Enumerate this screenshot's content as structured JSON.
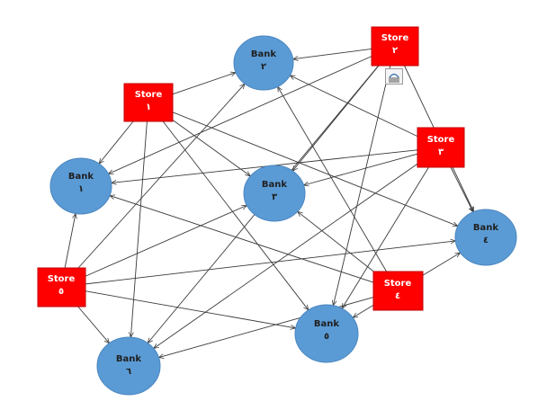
{
  "nodes": {
    "bank1": {
      "label": "Bank",
      "sublabel": "١"
    },
    "bank2": {
      "label": "Bank",
      "sublabel": "٢"
    },
    "bank3": {
      "label": "Bank",
      "sublabel": "٣"
    },
    "bank4": {
      "label": "Bank",
      "sublabel": "٤"
    },
    "bank5": {
      "label": "Bank",
      "sublabel": "٥"
    },
    "bank6": {
      "label": "Bank",
      "sublabel": "٦"
    },
    "store1": {
      "label": "Store",
      "sublabel": "١"
    },
    "store2": {
      "label": "Store",
      "sublabel": "٢"
    },
    "store3": {
      "label": "Store",
      "sublabel": "٣"
    },
    "store4": {
      "label": "Store",
      "sublabel": "٤"
    },
    "store5": {
      "label": "Store",
      "sublabel": "٥"
    }
  },
  "edges": [
    {
      "from": "store1",
      "to": "bank1"
    },
    {
      "from": "store1",
      "to": "bank2"
    },
    {
      "from": "store1",
      "to": "bank3"
    },
    {
      "from": "store1",
      "to": "bank4"
    },
    {
      "from": "store1",
      "to": "bank5"
    },
    {
      "from": "store1",
      "to": "bank6"
    },
    {
      "from": "store2",
      "to": "bank1"
    },
    {
      "from": "store2",
      "to": "bank2"
    },
    {
      "from": "store2",
      "to": "bank3"
    },
    {
      "from": "store2",
      "to": "bank4"
    },
    {
      "from": "store2",
      "to": "bank5"
    },
    {
      "from": "store2",
      "to": "bank6"
    },
    {
      "from": "store3",
      "to": "bank1"
    },
    {
      "from": "store3",
      "to": "bank2"
    },
    {
      "from": "store3",
      "to": "bank3"
    },
    {
      "from": "store3",
      "to": "bank4"
    },
    {
      "from": "store3",
      "to": "bank5"
    },
    {
      "from": "store3",
      "to": "bank6"
    },
    {
      "from": "store4",
      "to": "bank1"
    },
    {
      "from": "store4",
      "to": "bank2"
    },
    {
      "from": "store4",
      "to": "bank3"
    },
    {
      "from": "store4",
      "to": "bank4"
    },
    {
      "from": "store4",
      "to": "bank5"
    },
    {
      "from": "store4",
      "to": "bank6"
    },
    {
      "from": "store5",
      "to": "bank1"
    },
    {
      "from": "store5",
      "to": "bank2"
    },
    {
      "from": "store5",
      "to": "bank3"
    },
    {
      "from": "store5",
      "to": "bank4"
    },
    {
      "from": "store5",
      "to": "bank5"
    },
    {
      "from": "store5",
      "to": "bank6"
    }
  ],
  "icons": {
    "layout_options": "layout-options-icon"
  },
  "colors": {
    "bank": "#5b9bd5",
    "store": "#ff0000",
    "edge": "#3a3a3a"
  }
}
